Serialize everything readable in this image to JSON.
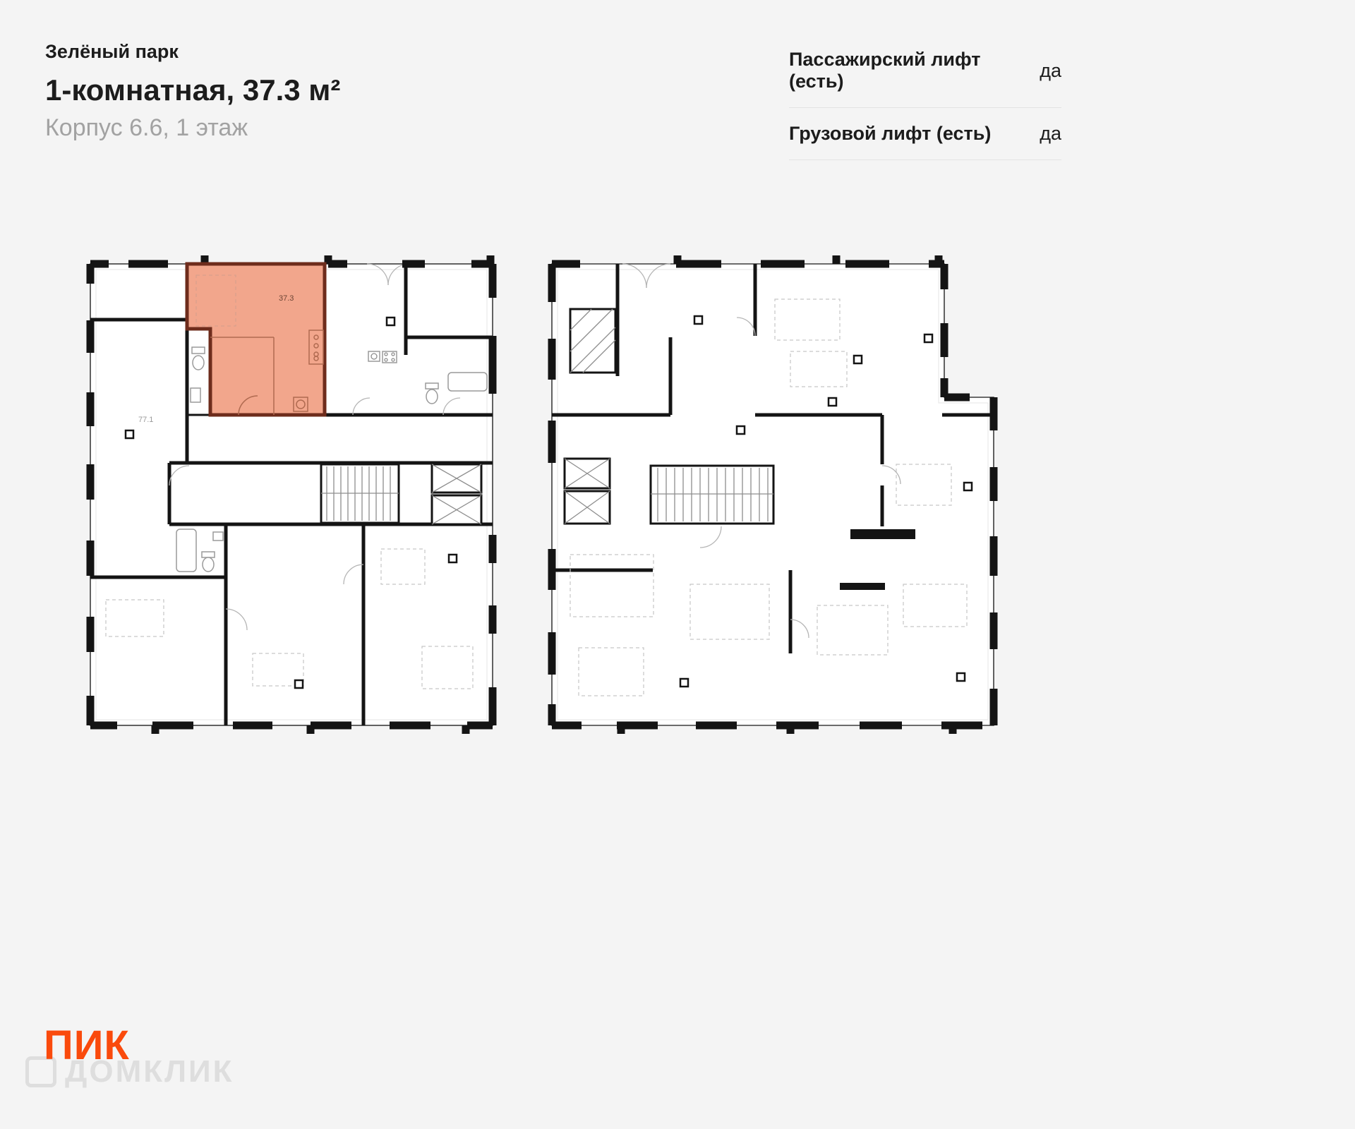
{
  "header": {
    "project": "Зелёный парк",
    "title": "1-комнатная, 37.3 м²",
    "subtitle": "Корпус 6.6, 1 этаж"
  },
  "lifts": {
    "rows": [
      {
        "label": "Пассажирский лифт (есть)",
        "value": "да"
      },
      {
        "label": "Грузовой лифт (есть)",
        "value": "да"
      }
    ]
  },
  "plan": {
    "highlighted_apartment": {
      "label": "37.3",
      "fill": "#f2a68c",
      "stroke": "#6e2c1c"
    },
    "adjacent_apartment_label": "77.1"
  },
  "footer": {
    "logo_text": "ПИК",
    "logo_color": "#fa4a0c",
    "watermark_text": "ДОМКЛИК",
    "watermark_color": "#dedede"
  },
  "colors": {
    "background": "#f4f4f4",
    "walls": "#141414",
    "title_text": "#1c1c1c",
    "subtitle_text": "#a2a2a2",
    "table_divider": "#e3e3e3"
  }
}
